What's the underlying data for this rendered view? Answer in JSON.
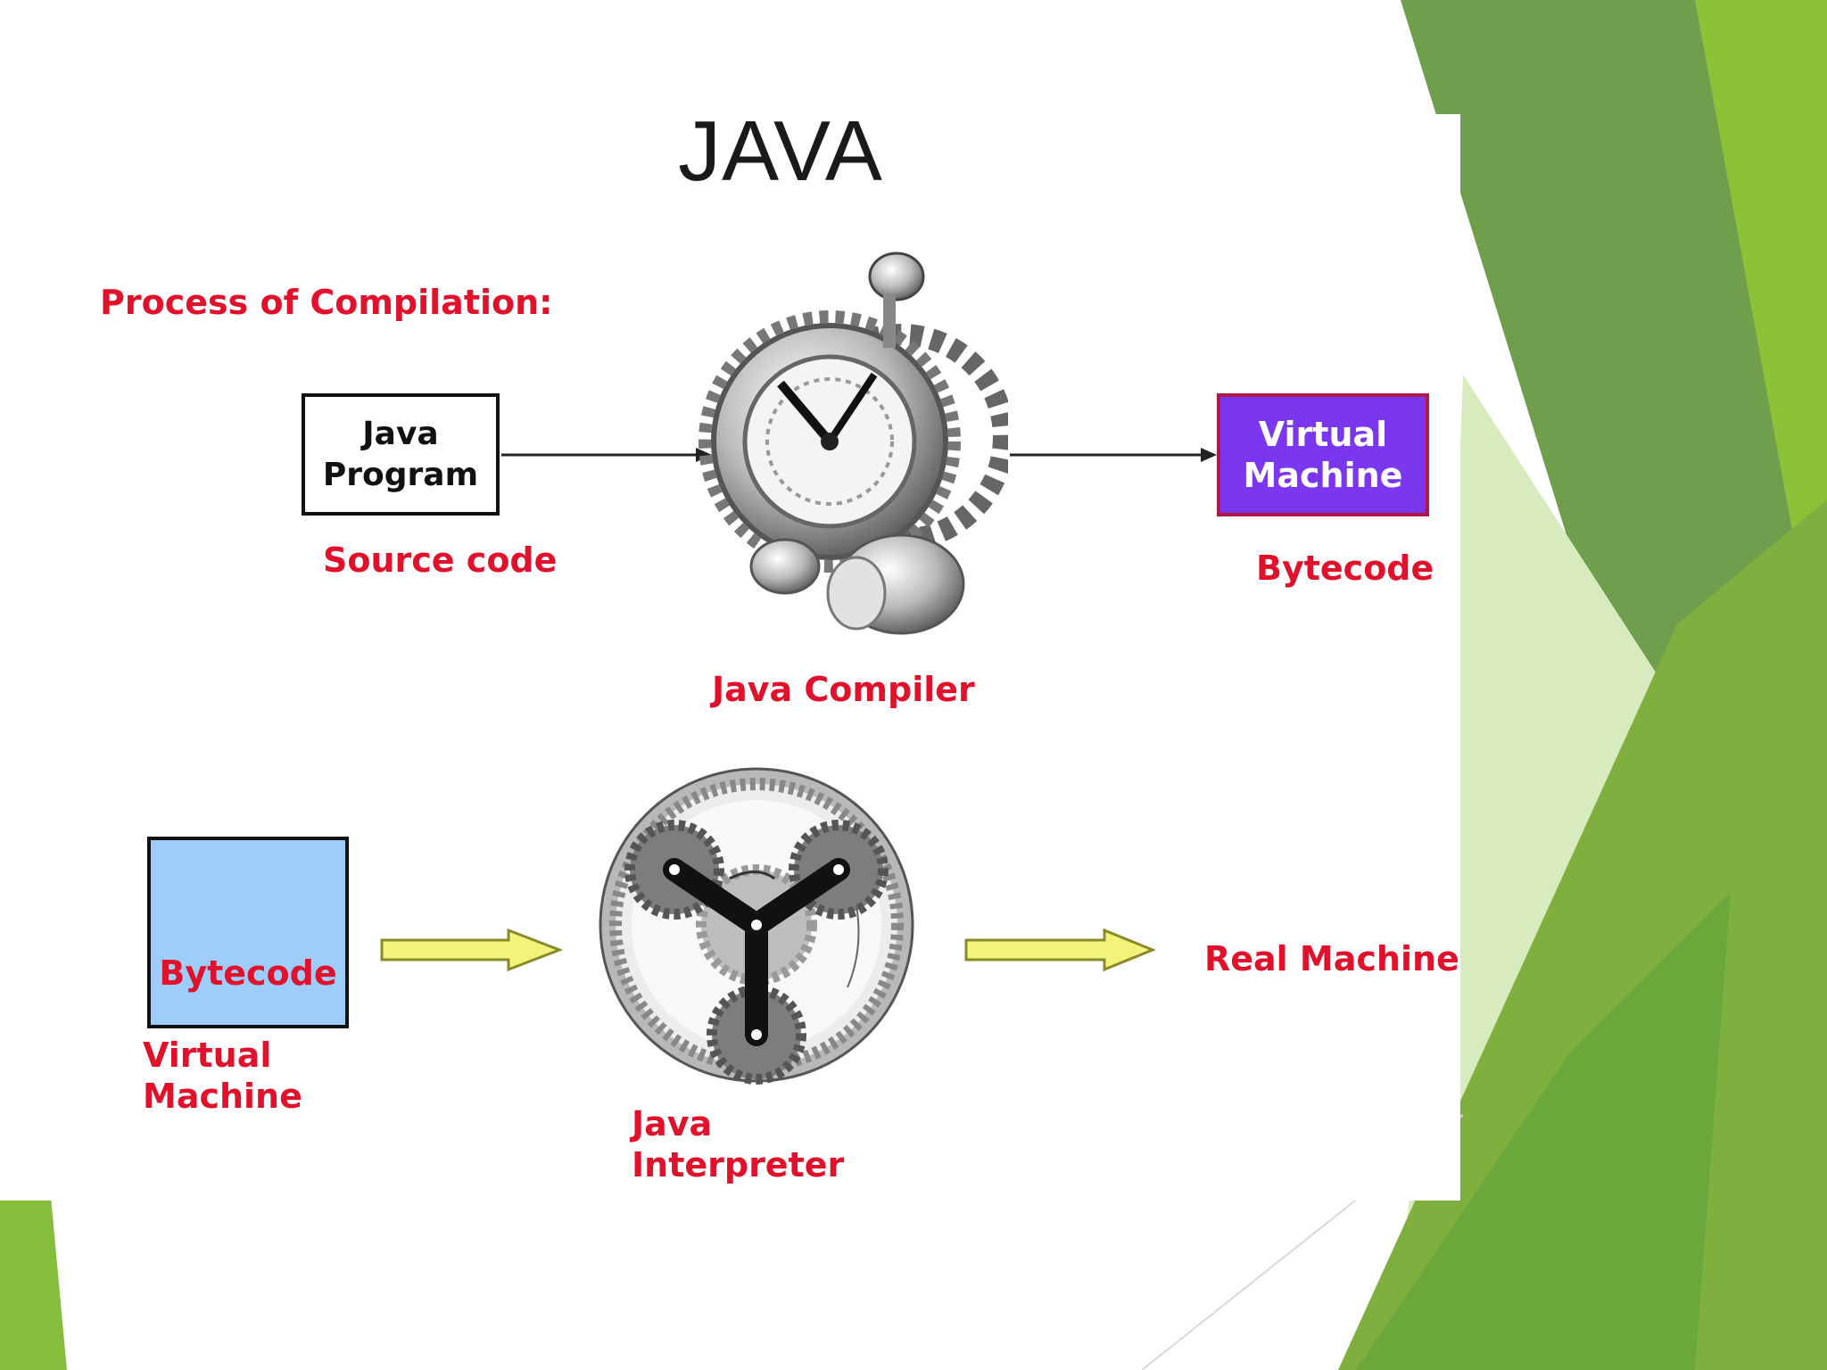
{
  "slide": {
    "title": "JAVA",
    "colors": {
      "accent_green": "#8bc13a",
      "dark_green": "#5f9a37",
      "label_red": "#e1102b",
      "vm_purple": "#7a37ef",
      "bytecode_blue": "#9ccdfb",
      "arrow_yellow": "#f3f27a"
    }
  },
  "diagram": {
    "heading": "Process of Compilation:",
    "compilation": {
      "source_box_label": "Java\nProgram",
      "source_caption": "Source code",
      "compiler_caption": "Java Compiler",
      "compiler_icon": "clockwork-gears-icon",
      "vm_box_label": "Virtual\nMachine",
      "vm_caption": "Bytecode"
    },
    "interpretation": {
      "bytecode_box_label": "Bytecode",
      "bytecode_caption": "Virtual\nMachine",
      "interpreter_caption": "Java\nInterpreter",
      "interpreter_icon": "planetary-gear-icon",
      "target_label": "Real Machine"
    }
  }
}
